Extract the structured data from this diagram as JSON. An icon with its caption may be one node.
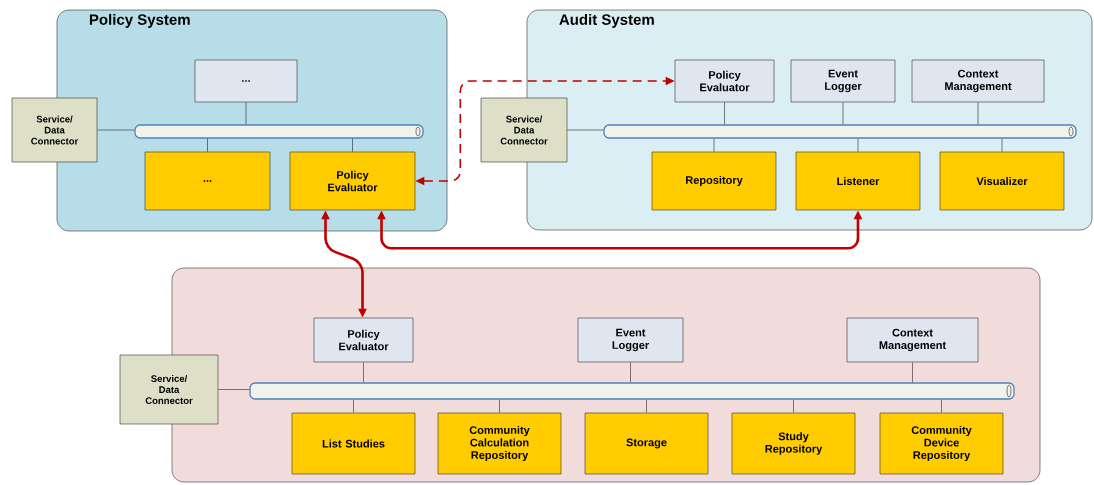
{
  "diagram": {
    "nodes": [
      {
        "text": [
          "Policy System"
        ]
      },
      {
        "text": [
          "Service/ Data Connector"
        ]
      },
      {
        "text": [
          "..."
        ],
        "in": 0
      },
      {
        "text": [],
        "shape": "cylinder",
        "in": 0
      },
      {
        "text": [
          "..."
        ],
        "in": 0
      },
      {
        "text": [
          "Policy Evaluator"
        ],
        "in": 0
      },
      {
        "text": [
          "Audit System"
        ]
      },
      {
        "text": [
          "Service/ Data Connector"
        ]
      },
      {
        "text": [
          "Policy Evaluator"
        ],
        "in": 6
      },
      {
        "text": [
          "Event Logger"
        ],
        "in": 6
      },
      {
        "text": [
          "Context Management"
        ],
        "in": 6
      },
      {
        "text": [],
        "shape": "cylinder",
        "in": 6
      },
      {
        "text": [
          "Repository"
        ],
        "in": 6
      },
      {
        "text": [
          "Listener"
        ],
        "in": 6
      },
      {
        "text": [
          "Visualizer"
        ],
        "in": 6
      },
      {
        "text": [],
        "shape": "box"
      },
      {
        "text": [
          "Service/ Data Connector"
        ]
      },
      {
        "text": [
          "Policy Evaluator"
        ],
        "in": 15
      },
      {
        "text": [
          "Event Logger"
        ],
        "in": 15
      },
      {
        "text": [
          "Context Management"
        ],
        "in": 15
      },
      {
        "text": [],
        "shape": "cylinder",
        "in": 15
      },
      {
        "text": [
          "List Studies"
        ],
        "in": 15
      },
      {
        "text": [
          "Community Calculation Repository"
        ],
        "in": 15
      },
      {
        "text": [
          "Storage"
        ],
        "in": 15
      },
      {
        "text": [
          "Study Repository"
        ],
        "in": 15
      },
      {
        "text": [
          "Community Device Repository"
        ],
        "in": 15
      }
    ],
    "edges": [
      {
        "from": 1,
        "to": 3,
        "arrow": "none"
      },
      {
        "from": 2,
        "to": 3,
        "arrow": "none"
      },
      {
        "from": 3,
        "to": 4,
        "arrow": "none"
      },
      {
        "from": 3,
        "to": 5,
        "arrow": "none"
      },
      {
        "from": 7,
        "to": 11,
        "arrow": "none"
      },
      {
        "from": 8,
        "to": 11,
        "arrow": "none"
      },
      {
        "from": 9,
        "to": 11,
        "arrow": "none"
      },
      {
        "from": 10,
        "to": 11,
        "arrow": "none"
      },
      {
        "from": 11,
        "to": 12,
        "arrow": "none"
      },
      {
        "from": 11,
        "to": 13,
        "arrow": "none"
      },
      {
        "from": 11,
        "to": 14,
        "arrow": "none"
      },
      {
        "from": 16,
        "to": 20,
        "arrow": "none"
      },
      {
        "from": 17,
        "to": 20,
        "arrow": "none"
      },
      {
        "from": 18,
        "to": 20,
        "arrow": "none"
      },
      {
        "from": 19,
        "to": 20,
        "arrow": "none"
      },
      {
        "from": 20,
        "to": 21,
        "arrow": "none"
      },
      {
        "from": 20,
        "to": 22,
        "arrow": "none"
      },
      {
        "from": 20,
        "to": 23,
        "arrow": "none"
      },
      {
        "from": 20,
        "to": 24,
        "arrow": "none"
      },
      {
        "from": 20,
        "to": 25,
        "arrow": "none"
      },
      {
        "from": 5,
        "to": 8,
        "arrow": "both",
        "style": "dashed",
        "color": "#c00000"
      },
      {
        "from": 5,
        "to": 17,
        "arrow": "both",
        "style": "thick",
        "color": "#c00000"
      },
      {
        "from": 5,
        "to": 13,
        "arrow": "both",
        "style": "thick",
        "color": "#c00000"
      }
    ]
  }
}
